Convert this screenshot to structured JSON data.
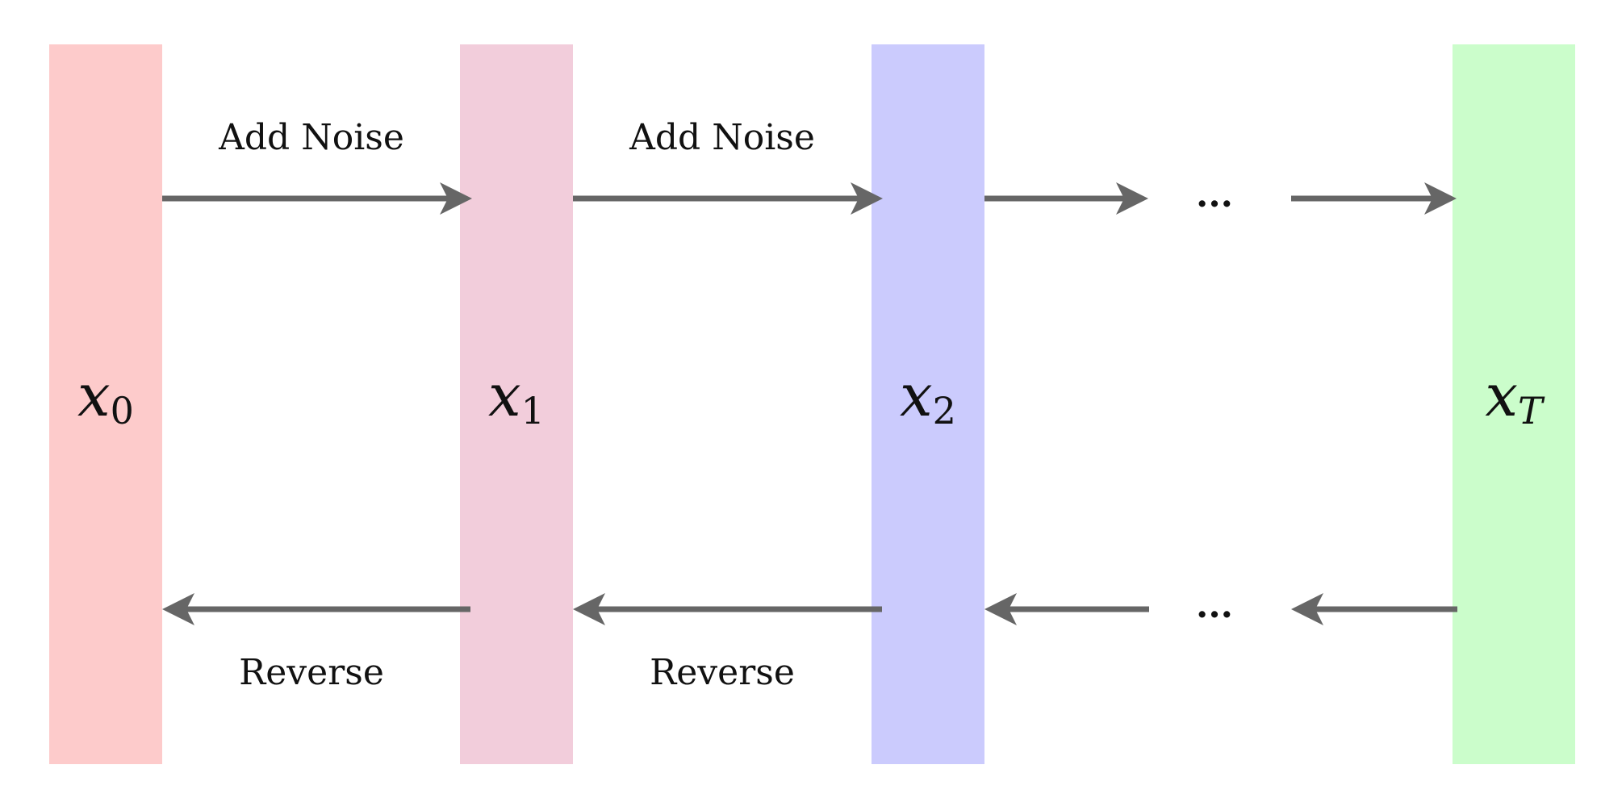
{
  "diagram": {
    "colors": {
      "x0": "#fdcbcb",
      "x1": "#f2cddb",
      "x2": "#cbcbfd",
      "xT": "#cbfdcb",
      "arrow": "#666666"
    },
    "states": [
      {
        "id": "x0",
        "base": "x",
        "sub": "0",
        "sub_italic": false
      },
      {
        "id": "x1",
        "base": "x",
        "sub": "1",
        "sub_italic": false
      },
      {
        "id": "x2",
        "base": "x",
        "sub": "2",
        "sub_italic": false
      },
      {
        "id": "xT",
        "base": "x",
        "sub": "T",
        "sub_italic": true
      }
    ],
    "forward_labels": [
      "Add Noise",
      "Add Noise"
    ],
    "reverse_labels": [
      "Reverse",
      "Reverse"
    ],
    "ellipsis": "..."
  }
}
